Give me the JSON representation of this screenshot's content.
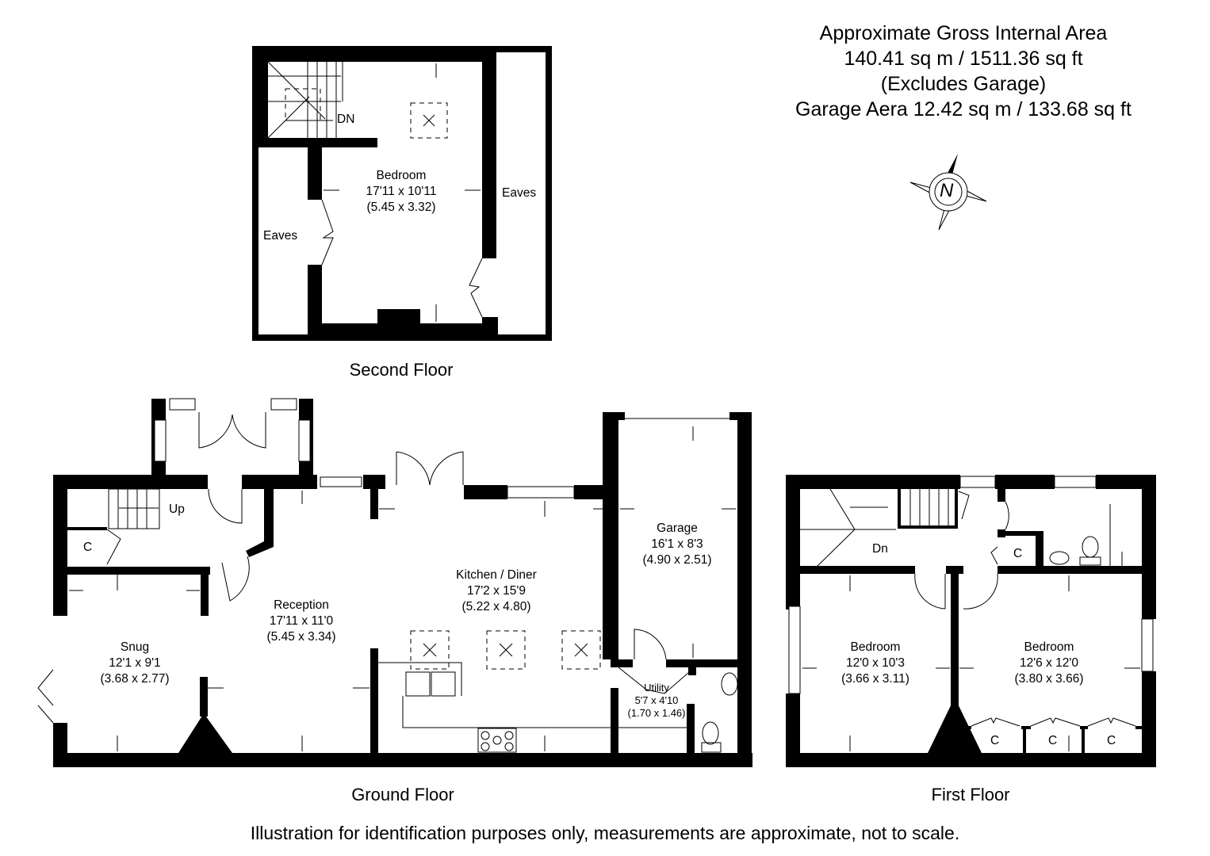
{
  "area_summary": {
    "line1": "Approximate Gross Internal Area",
    "line2": "140.41 sq m / 1511.36 sq ft",
    "line3": "(Excludes Garage)",
    "line4": "Garage Aera 12.42 sq m / 133.68 sq ft"
  },
  "compass": {
    "icon": "north-compass-icon",
    "label": "N"
  },
  "floors": {
    "second": {
      "title": "Second Floor",
      "rooms": [
        {
          "name": "Bedroom",
          "imperial": "17'11 x 10'11",
          "metric": "(5.45 x 3.32)"
        }
      ],
      "labels": {
        "eaves_left": "Eaves",
        "eaves_right": "Eaves",
        "stairs": "DN"
      }
    },
    "ground": {
      "title": "Ground Floor",
      "rooms": [
        {
          "name": "Snug",
          "imperial": "12'1 x 9'1",
          "metric": "(3.68 x 2.77)"
        },
        {
          "name": "Reception",
          "imperial": "17'11 x 11'0",
          "metric": "(5.45 x 3.34)"
        },
        {
          "name": "Kitchen / Diner",
          "imperial": "17'2 x 15'9",
          "metric": "(5.22 x 4.80)"
        },
        {
          "name": "Garage",
          "imperial": "16'1 x 8'3",
          "metric": "(4.90 x 2.51)"
        },
        {
          "name": "Utility",
          "imperial": "5'7 x 4'10",
          "metric": "(1.70 x 1.46)"
        }
      ],
      "labels": {
        "stairs": "Up",
        "cupboard": "C"
      }
    },
    "first": {
      "title": "First Floor",
      "rooms": [
        {
          "name": "Bedroom",
          "imperial": "12'0 x 10'3",
          "metric": "(3.66 x 3.11)"
        },
        {
          "name": "Bedroom",
          "imperial": "12'6 x 12'0",
          "metric": "(3.80 x 3.66)"
        }
      ],
      "labels": {
        "stairs": "Dn",
        "cupboard_landing": "C",
        "cupboard_1": "C",
        "cupboard_2": "C",
        "cupboard_3": "C"
      }
    }
  },
  "disclaimer": "Illustration for identification purposes only, measurements are approximate, not to scale."
}
